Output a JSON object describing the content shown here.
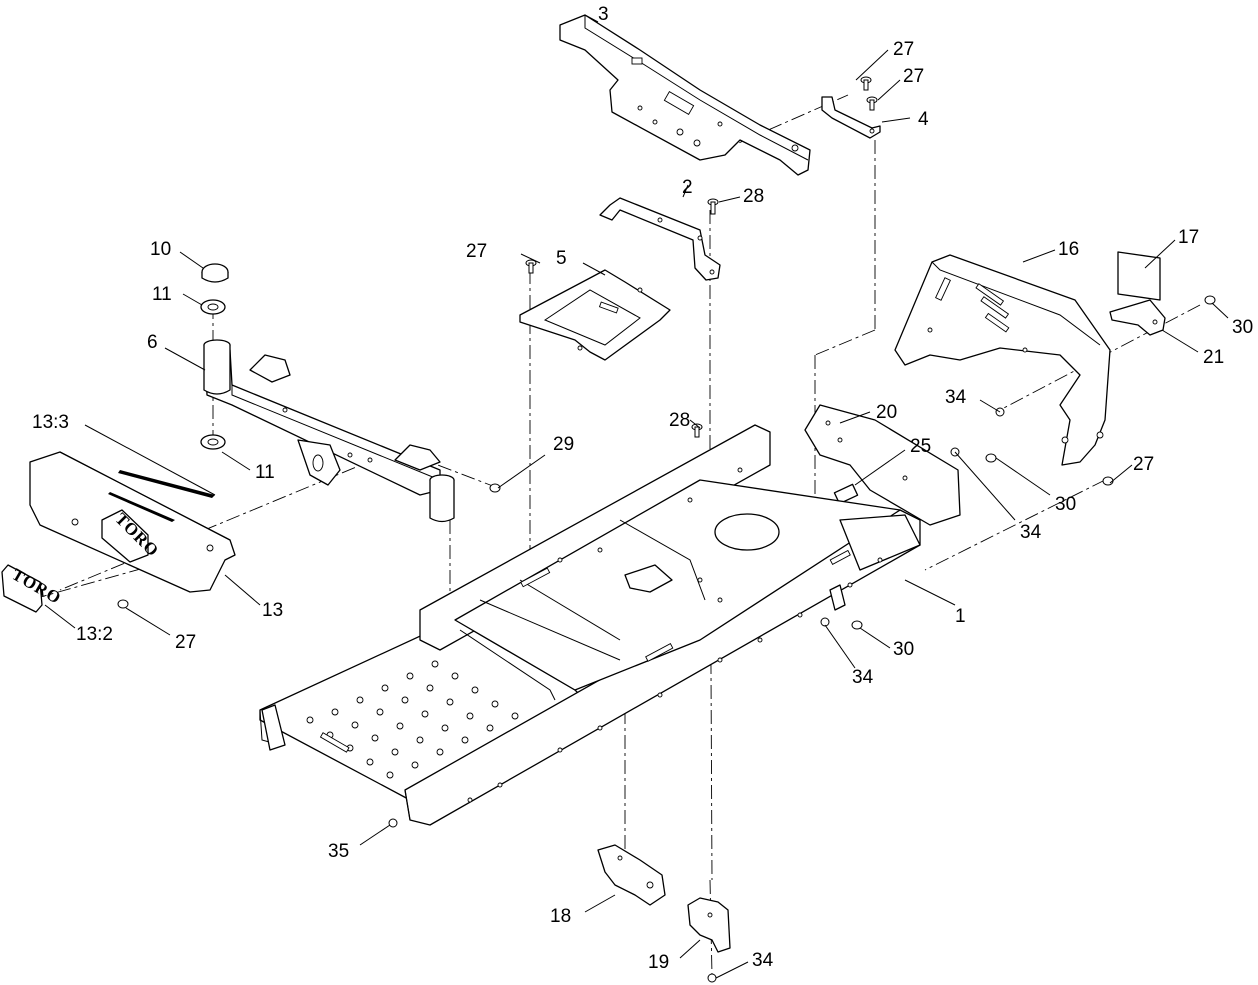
{
  "diagram": {
    "logo_text": "TORO",
    "callouts": [
      {
        "id": "c1",
        "label": "1"
      },
      {
        "id": "c2",
        "label": "2"
      },
      {
        "id": "c3",
        "label": "3"
      },
      {
        "id": "c4",
        "label": "4"
      },
      {
        "id": "c5",
        "label": "5"
      },
      {
        "id": "c6",
        "label": "6"
      },
      {
        "id": "c10",
        "label": "10"
      },
      {
        "id": "c11a",
        "label": "11"
      },
      {
        "id": "c11b",
        "label": "11"
      },
      {
        "id": "c13",
        "label": "13"
      },
      {
        "id": "c13-2",
        "label": "13:2"
      },
      {
        "id": "c13-3",
        "label": "13:3"
      },
      {
        "id": "c16",
        "label": "16"
      },
      {
        "id": "c17",
        "label": "17"
      },
      {
        "id": "c18",
        "label": "18"
      },
      {
        "id": "c19",
        "label": "19"
      },
      {
        "id": "c20",
        "label": "20"
      },
      {
        "id": "c21",
        "label": "21"
      },
      {
        "id": "c25",
        "label": "25"
      },
      {
        "id": "c27a",
        "label": "27"
      },
      {
        "id": "c27b",
        "label": "27"
      },
      {
        "id": "c27c",
        "label": "27"
      },
      {
        "id": "c27d",
        "label": "27"
      },
      {
        "id": "c27e",
        "label": "27"
      },
      {
        "id": "c28a",
        "label": "28"
      },
      {
        "id": "c28b",
        "label": "28"
      },
      {
        "id": "c29",
        "label": "29"
      },
      {
        "id": "c30a",
        "label": "30"
      },
      {
        "id": "c30b",
        "label": "30"
      },
      {
        "id": "c30c",
        "label": "30"
      },
      {
        "id": "c34a",
        "label": "34"
      },
      {
        "id": "c34b",
        "label": "34"
      },
      {
        "id": "c34c",
        "label": "34"
      },
      {
        "id": "c34d",
        "label": "34"
      },
      {
        "id": "c35",
        "label": "35"
      }
    ]
  }
}
